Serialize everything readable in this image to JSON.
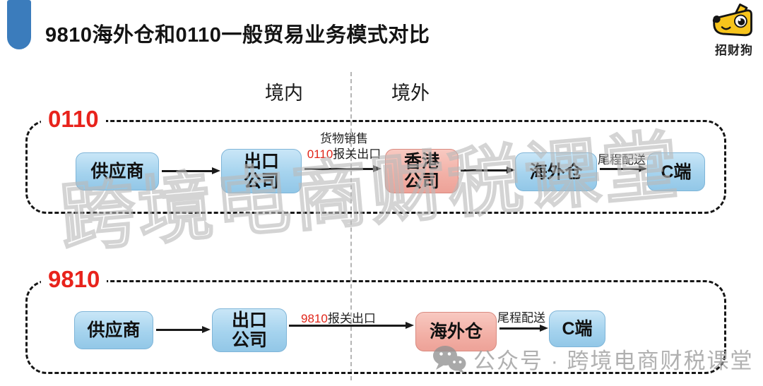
{
  "header": {
    "title": "9810海外仓和0110一般贸易业务模式对比",
    "logo_text": "招财狗"
  },
  "regions": {
    "domestic": "境内",
    "overseas": "境外"
  },
  "flows": [
    {
      "code": "0110",
      "nodes": [
        {
          "label": "供应商"
        },
        {
          "label": "出口\n公司"
        },
        {
          "label": "香港\n公司"
        },
        {
          "label": "海外仓"
        },
        {
          "label": "C端"
        }
      ],
      "export_label_line1": "货物销售",
      "export_label_code": "0110",
      "export_label_rest": "报关出口",
      "last_mile_label": "尾程配送"
    },
    {
      "code": "9810",
      "nodes": [
        {
          "label": "供应商"
        },
        {
          "label": "出口\n公司"
        },
        {
          "label": "海外仓"
        },
        {
          "label": "C端"
        }
      ],
      "export_label_code": "9810",
      "export_label_rest": "报关出口",
      "last_mile_label": "尾程配送"
    }
  ],
  "watermark": {
    "main": "跨境电商财税课堂",
    "footer": "公众号 · 跨境电商财税课堂"
  },
  "colors": {
    "accent_blue": "#3b7cbc",
    "node_blue": "#a5d3ee",
    "node_pink": "#f2afa5",
    "code_red": "#e8231c"
  }
}
